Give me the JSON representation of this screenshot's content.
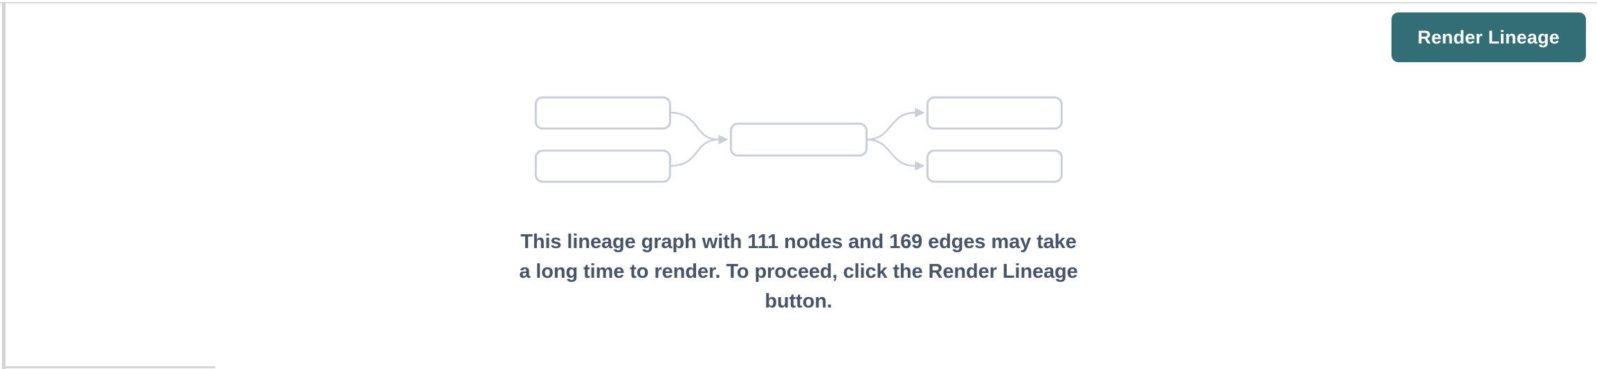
{
  "colors": {
    "accent_teal": "#336e74",
    "placeholder_gray": "#c9ced7",
    "message_text": "#475467",
    "divider_gray": "#d3d3d6",
    "background": "#ffffff",
    "button_text": "#ffffff"
  },
  "toolbar": {
    "render_lineage_label": "Render Lineage"
  },
  "stats": {
    "node_count": "111",
    "edge_count": "169"
  },
  "message": {
    "full": "This lineage graph with 111 nodes and 169 edges may take a long time to render. To proceed, click the Render Lineage button.",
    "lines": [
      "This lineage graph with 111 nodes and 169 edges may take",
      "a long time to render. To proceed, click the Render Lineage",
      "button."
    ]
  }
}
